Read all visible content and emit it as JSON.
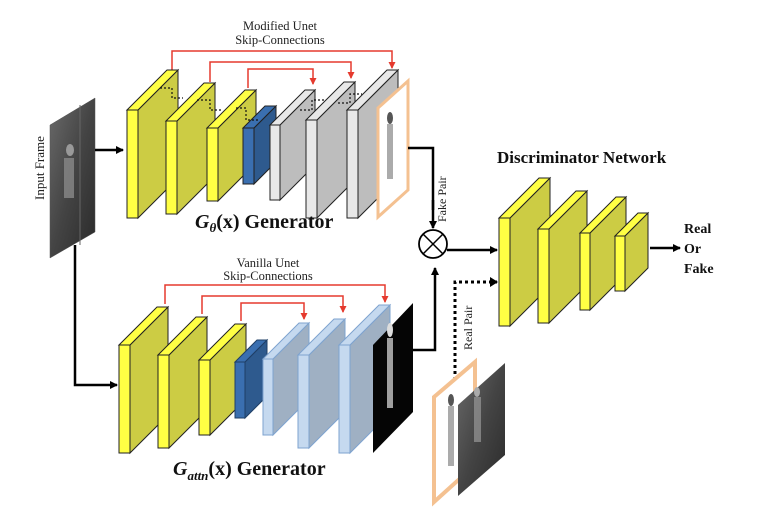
{
  "labels": {
    "input_frame": "Input Frame",
    "top_skip_line1": "Modified Unet",
    "top_skip_line2": "Skip-Connections",
    "bottom_skip_line1": "Vanilla Unet",
    "bottom_skip_line2": "Skip-Connections",
    "top_generator": {
      "main": "G",
      "sub": "θ",
      "rest": "(x) Generator"
    },
    "bottom_generator": {
      "main": "G",
      "sub": "attn",
      "rest": "(x) Generator"
    },
    "fake_pair": "Fake Pair",
    "real_pair": "Real Pair",
    "discriminator_title": "Discriminator Network",
    "output_line1": "Real",
    "output_line2": "Or",
    "output_line3": "Fake"
  },
  "colors": {
    "encoder_front": "#ffff44",
    "encoder_side": "#cccc44",
    "bottleneck_front": "#3a6fb0",
    "bottleneck_side": "#2e5a8e",
    "top_decoder_front": "#e8e8e8",
    "top_decoder_side": "#bdbdbd",
    "bottom_decoder_front": "#c5d9ef",
    "bottom_decoder_side": "#9fb0c3",
    "skip_arrow": "#e53a2e",
    "frame_border": "#f4c191"
  },
  "icons": {
    "combine": "circled-times"
  }
}
